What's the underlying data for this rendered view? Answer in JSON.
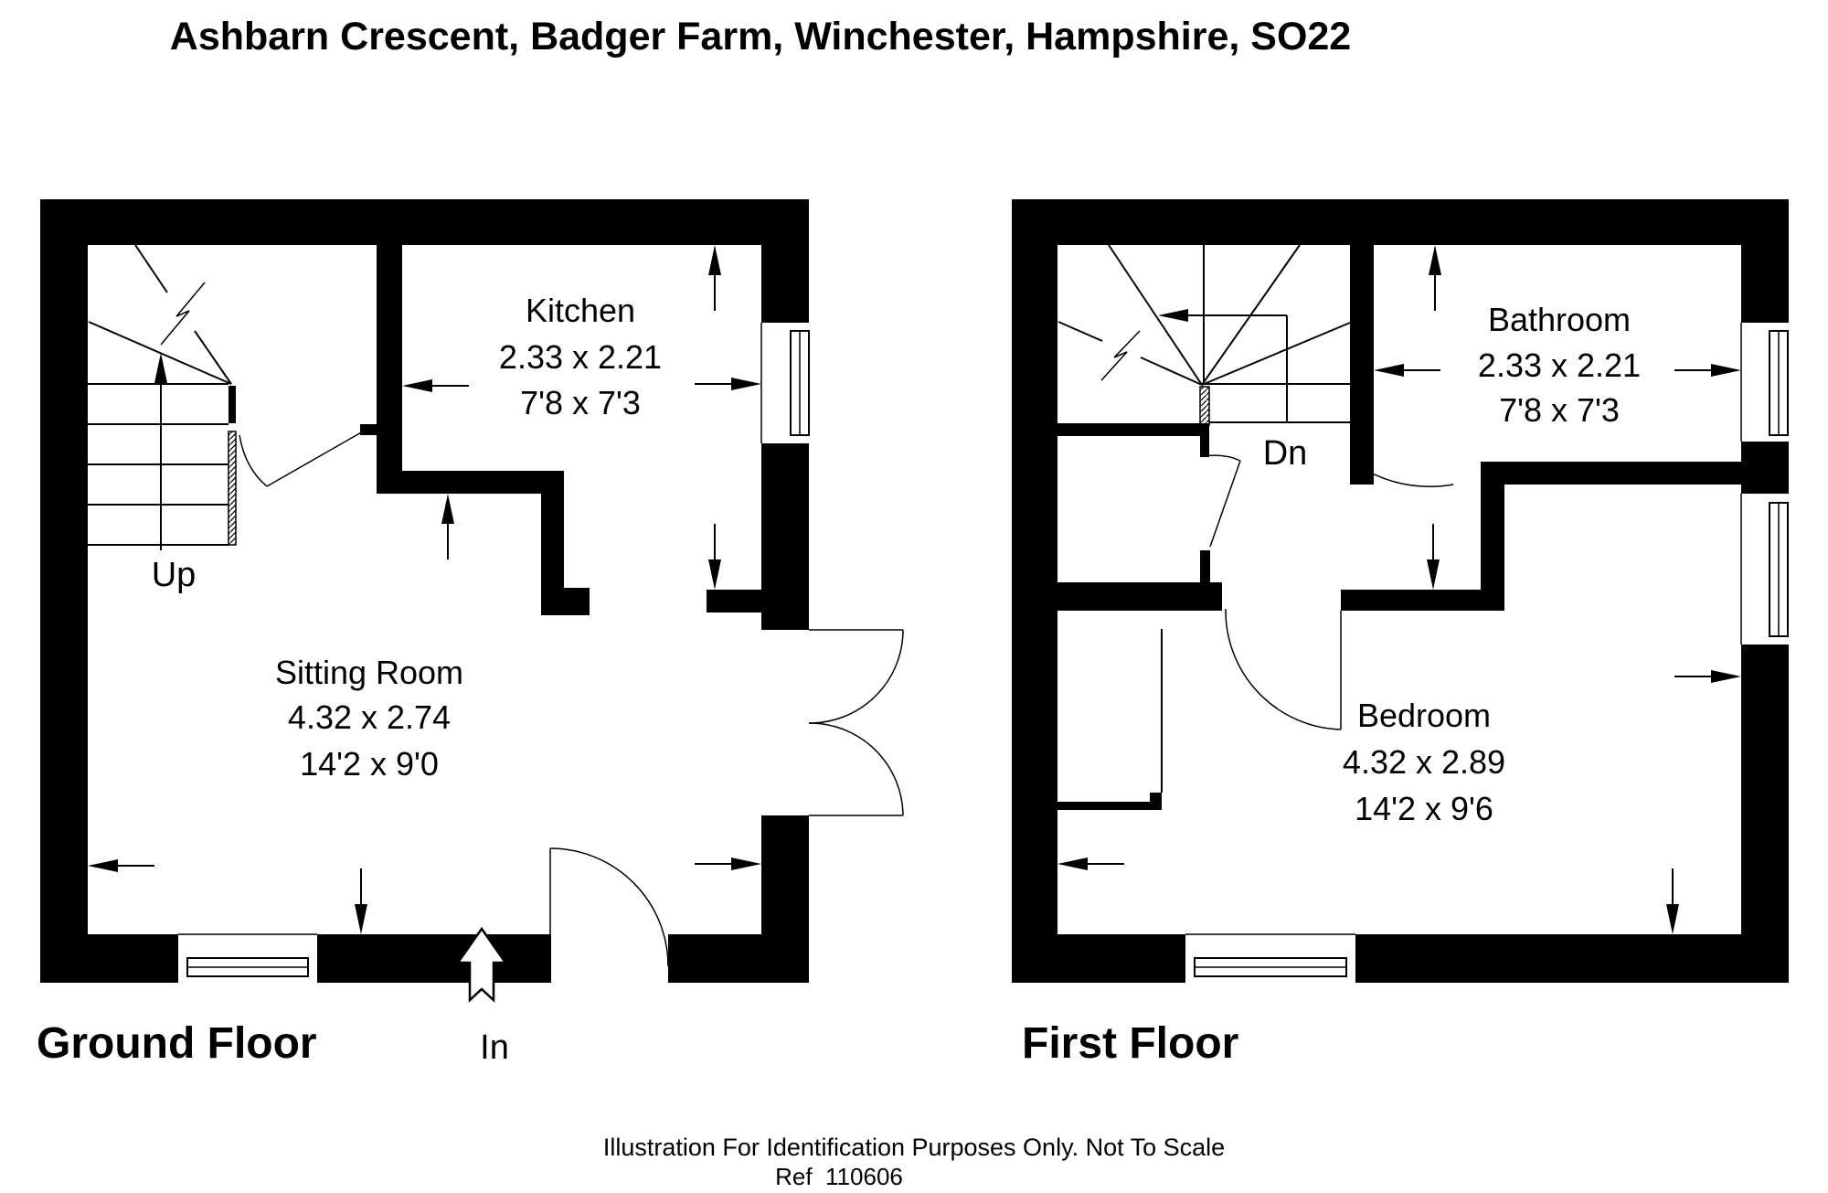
{
  "title": "Ashbarn Crescent, Badger Farm, Winchester, Hampshire, SO22",
  "ground_floor": {
    "label": "Ground Floor",
    "kitchen": {
      "name": "Kitchen",
      "metric": "2.33 x 2.21",
      "imperial": "7'8 x 7'3"
    },
    "sitting_room": {
      "name": "Sitting Room",
      "metric": "4.32 x 2.74",
      "imperial": "14'2 x 9'0"
    },
    "stairs_label": "Up",
    "entrance_label": "In"
  },
  "first_floor": {
    "label": "First Floor",
    "bathroom": {
      "name": "Bathroom",
      "metric": "2.33 x 2.21",
      "imperial": "7'8 x 7'3"
    },
    "bedroom": {
      "name": "Bedroom",
      "metric": "4.32 x 2.89",
      "imperial": "14'2 x 9'6"
    },
    "stairs_label": "Dn"
  },
  "footer": {
    "disclaimer": "Illustration For Identification Purposes Only. Not To Scale",
    "reference": "Ref  110606"
  },
  "colors": {
    "ink": "#000000",
    "paper": "#ffffff"
  }
}
